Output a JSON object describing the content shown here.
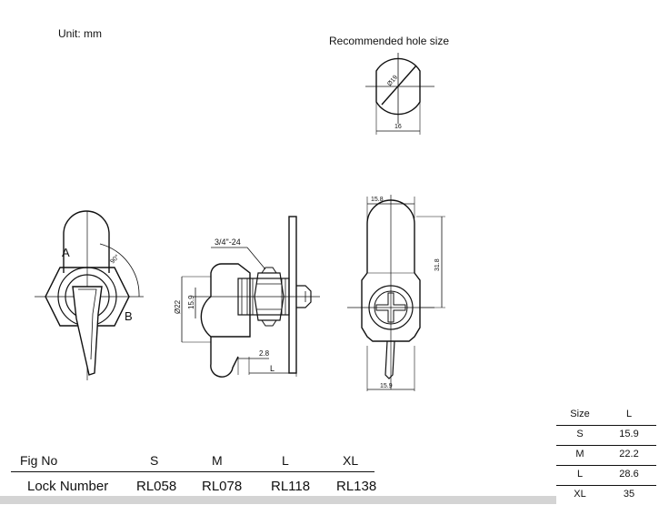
{
  "header": {
    "unit": "Unit: mm",
    "recommended": "Recommended hole size"
  },
  "hole_dims": {
    "dia": "Ø19",
    "width": "16"
  },
  "front_dims": {
    "A": "A",
    "B": "B",
    "angle": "90°"
  },
  "side_dims": {
    "thread": "3/4\"-24",
    "d22": "Ø22",
    "d15": "15.9",
    "d28": "2.8",
    "L": "L"
  },
  "back_dims": {
    "w158": "15.8",
    "h318": "31.8",
    "w159": "15.9"
  },
  "fig_table": {
    "headers": [
      "Fig No",
      "S",
      "M",
      "L",
      "XL"
    ],
    "row": [
      "Lock Number",
      "RL058",
      "RL078",
      "RL118",
      "RL138"
    ]
  },
  "size_table": {
    "headers": [
      "Size",
      "L"
    ],
    "rows": [
      [
        "S",
        "15.9"
      ],
      [
        "M",
        "22.2"
      ],
      [
        "L",
        "28.6"
      ],
      [
        "XL",
        "35"
      ]
    ]
  }
}
